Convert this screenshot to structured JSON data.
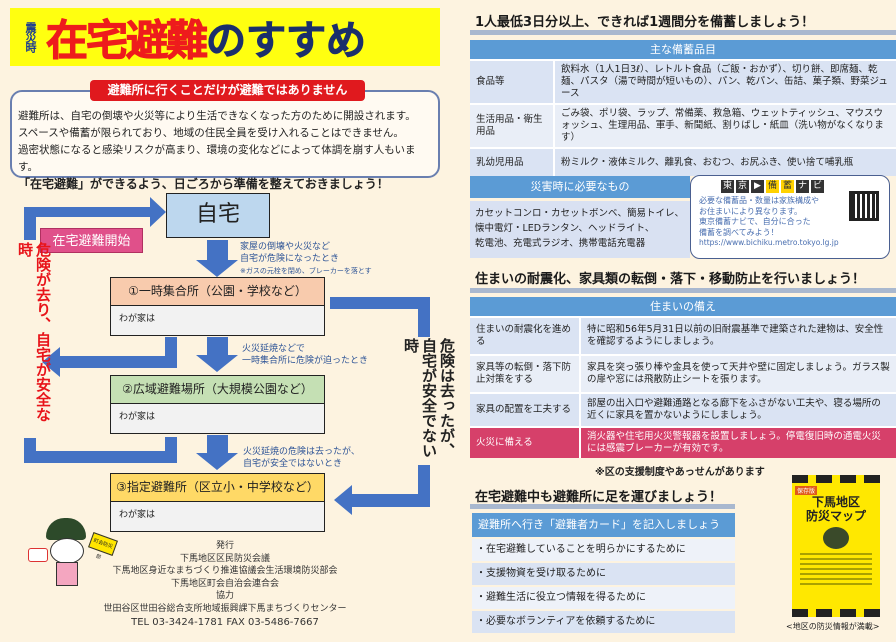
{
  "title": {
    "prefix": "震災時",
    "main_red": "在宅避難",
    "main_navy": "のすすめ"
  },
  "intro": {
    "label": "避難所に行くことだけが避難ではありません",
    "lines": [
      "避難所は、自宅の倒壊や火災等により生活できなくなった方のために開設されます。",
      "スペースや備蓄が限られており、地域の住民全員を受け入れることはできません。",
      "過密状態になると感染リスクが高まり、環境の変化などによって体調を崩す人もいます。"
    ],
    "emphasis": "「在宅避難」ができるよう、日ごろから準備を整えておきましょう！"
  },
  "flow": {
    "home": "自宅",
    "start": "在宅避難開始",
    "left_loop": "危険が去り、自宅が安全な時",
    "right_loop": "危険は去ったが、自宅が安全でない時",
    "step1_note": [
      "家屋の倒壊や火災など",
      "自宅が危険になったとき",
      "※ガスの元栓を閉め、ブレーカーを落とす"
    ],
    "step2_note": [
      "火災延焼などで",
      "一時集合所に危険が迫ったとき"
    ],
    "step3_note": [
      "火災延焼の危険は去ったが、",
      "自宅が安全ではないとき"
    ],
    "boxes": [
      {
        "title": "①一時集合所（公園・学校など）",
        "field": "わが家は",
        "color": "#f8cbad"
      },
      {
        "title": "②広域避難場所（大規模公園など）",
        "field": "わが家は",
        "color": "#c5e0b4"
      },
      {
        "title": "③指定避難所（区立小・中学校など）",
        "field": "わが家は",
        "color": "#ffd966"
      }
    ]
  },
  "mascot": {
    "flag": "町会防災部"
  },
  "footer": {
    "lines": [
      "発行",
      "下馬地区区民防災会議",
      "下馬地区身近なまちづくり推進協議会生活環境防災部会",
      "下馬地区町会自治会連合会",
      "協力",
      "世田谷区世田谷総合支所地域振興課下馬まちづくりセンター",
      "TEL 03-3424-1781 FAX 03-5486-7667"
    ]
  },
  "stock": {
    "heading": "1人最低3日分以上、できれば1週間分を備蓄しましょう！",
    "table_header": "主な備蓄品目",
    "rows": [
      {
        "k": "食品等",
        "v": "飲料水（1人1日3ℓ）、レトルト食品（ご飯・おかず）、切り餅、即席麺、乾麺、パスタ（湯で時間が短いもの）、パン、乾パン、缶詰、菓子類、野菜ジュース"
      },
      {
        "k": "生活用品・衛生用品",
        "v": "ごみ袋、ポリ袋、ラップ、常備薬、救急箱、ウェットティッシュ、マウスウォッシュ、生理用品、軍手、新聞紙、割りばし・紙皿（洗い物がなくなります）"
      },
      {
        "k": "乳幼児用品",
        "v": "粉ミルク・液体ミルク、離乳食、おむつ、お尻ふき、使い捨て哺乳瓶"
      }
    ]
  },
  "disaster_needs": {
    "header": "災害時に必要なもの",
    "lines": [
      "カセットコンロ・カセットボンベ、簡易トイレ、",
      "懐中電灯・LEDランタン、ヘッドライト、",
      "乾電池、充電式ラジオ、携帯電話充電器"
    ]
  },
  "navi": {
    "logo": [
      "東",
      "京",
      "▶",
      "備",
      "蓄",
      "ナ",
      "ビ"
    ],
    "lines": [
      "必要な備蓄品・数量は家族構成や",
      "お住まいにより異なります。",
      "東京備蓄ナビで、自分に合った",
      "備蓄を調べてみよう！"
    ],
    "url": "https://www.bichiku.metro.tokyo.lg.jp"
  },
  "home_prep": {
    "heading": "住まいの耐震化、家具類の転倒・落下・移動防止を行いましょう！",
    "table_header": "住まいの備え",
    "rows": [
      {
        "k": "住まいの耐震化を進める",
        "v": "特に昭和56年5月31日以前の旧耐震基準で建築された建物は、安全性を確認するようにしましょう。"
      },
      {
        "k": "家具等の転倒・落下防止対策をする",
        "v": "家具を突っ張り棒や金具を使って天井や壁に固定しましょう。ガラス製の扉や窓には飛散防止シートを張ります。"
      },
      {
        "k": "家具の配置を工夫する",
        "v": "部屋の出入口や避難通路となる廊下をふさがない工夫や、寝る場所の近くに家具を置かないようにしましょう。"
      },
      {
        "k": "火災に備える",
        "v": "消火器や住宅用火災警報器を設置しましょう。停電復旧時の通電火災には感震ブレーカーが有効です。"
      }
    ],
    "note": "※区の支援制度やあっせんがあります"
  },
  "shelter_visit": {
    "heading": "在宅避難中も避難所に足を運びましょう！",
    "card_header": "避難所へ行き「避難者カード」を記入しましょう",
    "items": [
      "・在宅避難していることを明らかにするために",
      "・支援物資を受け取るために",
      "・避難生活に役立つ情報を得るために",
      "・必要なボランティアを依頼するために"
    ]
  },
  "map": {
    "badge": "保存版",
    "title1": "下馬地区",
    "title2": "防災マップ",
    "caption": "<地区の防災情報が満載>"
  }
}
